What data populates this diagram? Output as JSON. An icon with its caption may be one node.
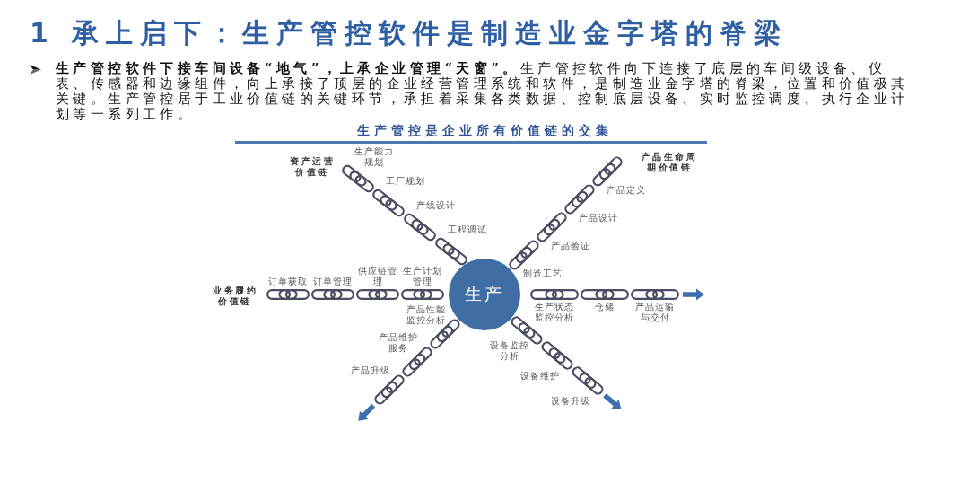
{
  "diagram": {
    "title": "1 承上启下：生产管控软件是制造业金字塔的脊梁",
    "nodes": [
      {
        "text": [],
        "shape": "chain",
        "beside": [
          "生产能力规划"
        ]
      },
      {
        "text": [],
        "shape": "chain",
        "beside": [
          "工厂规划"
        ]
      },
      {
        "text": [],
        "shape": "chain",
        "beside": [
          "产线设计"
        ]
      },
      {
        "text": [],
        "shape": "chain",
        "beside": [
          "工程调试"
        ]
      },
      {
        "text": [],
        "shape": "chain",
        "beside": [
          "产品定义"
        ]
      },
      {
        "text": [],
        "shape": "chain",
        "beside": [
          "产品设计"
        ]
      },
      {
        "text": [],
        "shape": "chain",
        "beside": [
          "产品验证"
        ]
      },
      {
        "text": [],
        "shape": "chain",
        "beside": [
          "制造工艺"
        ]
      },
      {
        "text": [],
        "shape": "chain",
        "beside": [
          "订单获取"
        ]
      },
      {
        "text": [],
        "shape": "chain",
        "beside": [
          "订单管理"
        ]
      },
      {
        "text": [],
        "shape": "chain",
        "beside": [
          "供应链管理"
        ]
      },
      {
        "text": [],
        "shape": "chain",
        "beside": [
          "生产计划管理"
        ]
      },
      {
        "text": [
          "生产"
        ]
      },
      {
        "text": [],
        "shape": "chain",
        "beside": [
          "生产状态监控分析"
        ]
      },
      {
        "text": [],
        "shape": "chain",
        "beside": [
          "仓储"
        ]
      },
      {
        "text": [],
        "shape": "chain",
        "beside": [
          "产品运输与交付"
        ]
      },
      {
        "text": [],
        "shape": "chain",
        "beside": [
          "产品性能监控分析"
        ]
      },
      {
        "text": [],
        "shape": "chain",
        "beside": [
          "产品维护服务"
        ]
      },
      {
        "text": [],
        "shape": "chain",
        "beside": [
          "产品升级"
        ]
      },
      {
        "text": [],
        "shape": "chain",
        "beside": [
          "设备监控分析"
        ]
      },
      {
        "text": [],
        "shape": "chain",
        "beside": [
          "设备维护"
        ]
      },
      {
        "text": [],
        "shape": "chain",
        "beside": [
          "设备升级"
        ]
      }
    ],
    "edges": [
      {
        "from": 15,
        "to": null,
        "arrow": "to"
      },
      {
        "from": 18,
        "to": null,
        "arrow": "to"
      },
      {
        "from": 21,
        "to": null,
        "arrow": "to"
      }
    ],
    "labels": [
      "**生产管控软件下接车间设备“地气”，上承企业管理“天窗”。**生产管控软件向下连接了底层的车间级设备、仪表、传感器和边缘组件，向上承接了顶层的企业经营管理系统和软件，是制造业金字塔的脊梁，位置和价值极其关键。生产管控居于工业价值链的关键环节，承担着采集各类数据、控制底层设备、实时监控调度、执行企业计划等一系列工作。",
      "生产管控是企业所有价值链的交集",
      "资产运营价值链",
      "产品生命周期价值链",
      "业务履约价值链"
    ]
  }
}
